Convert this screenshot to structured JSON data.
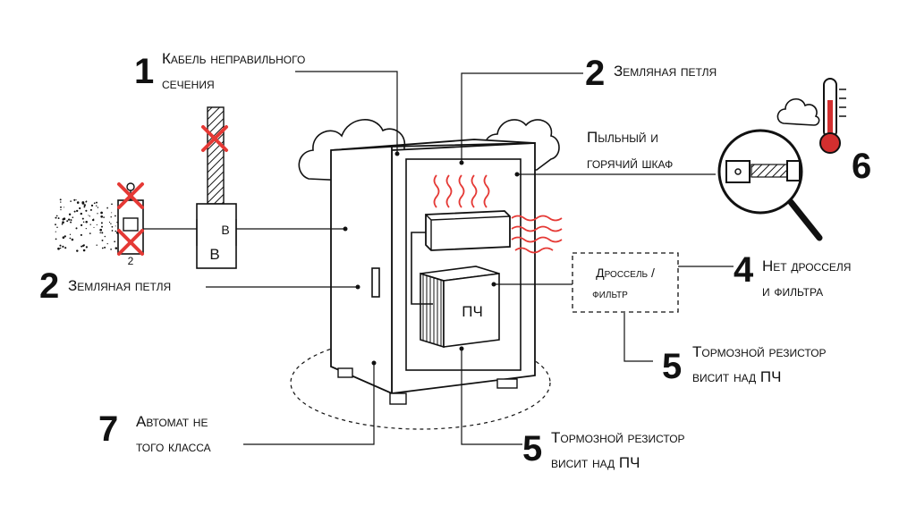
{
  "callouts": {
    "c1": {
      "number": "1",
      "line1": "Кабель неправильного",
      "line2": "сечения"
    },
    "c2_top": {
      "number": "2",
      "line1": "Земляная петля"
    },
    "c2_left": {
      "number": "2",
      "line1": "Земляная петля"
    },
    "dusty": {
      "line1": "Пыльный и",
      "line2": "горячий шкаф"
    },
    "c6": {
      "number": "6"
    },
    "c4": {
      "number": "4",
      "line1": "Нет дросселя",
      "line2": "и фильтра"
    },
    "c5_right": {
      "number": "5",
      "line1": "Тормозной резистор",
      "line2": "висит над ПЧ"
    },
    "c5_bottom": {
      "number": "5",
      "line1": "Тормозной резистор",
      "line2": "висит над ПЧ"
    },
    "c7": {
      "number": "7",
      "line1": "Автомат не",
      "line2": "того класса"
    }
  },
  "filter_box": {
    "line1": "Дроссель /",
    "line2": "фильтр"
  },
  "device_label": "ПЧ",
  "breaker_letters": {
    "upper": "B",
    "lower": "B"
  },
  "switch_number": "2",
  "colors": {
    "ink": "#111111",
    "cross": "#e53935",
    "heat": "#e53935",
    "thermo": "#d32f2f"
  }
}
